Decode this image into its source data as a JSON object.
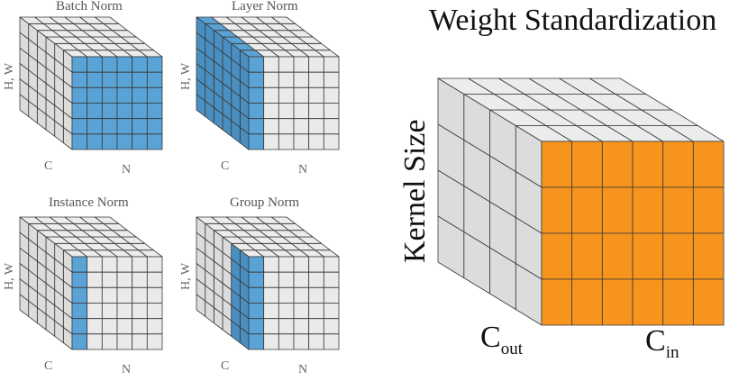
{
  "colors": {
    "grey_top": "#ececec",
    "grey_front": "#eaeaea",
    "grey_side": "#dcdcdc",
    "edge": "#3a3a3a",
    "blue": "#5aa3d6",
    "blue_dark": "#4a8fc2",
    "orange": "#f7941d",
    "orange_dark": "#e0800f"
  },
  "panels": [
    {
      "title": "Batch Norm",
      "hw_label": "H, W",
      "c_label": "C",
      "n_label": "N",
      "highlight": "batch-norm",
      "highlight_color": "blue"
    },
    {
      "title": "Layer Norm",
      "hw_label": "H, W",
      "c_label": "C",
      "n_label": "N",
      "highlight": "layer-norm",
      "highlight_color": "blue"
    },
    {
      "title": "Instance Norm",
      "hw_label": "H, W",
      "c_label": "C",
      "n_label": "N",
      "highlight": "instance-norm",
      "highlight_color": "blue"
    },
    {
      "title": "Group Norm",
      "hw_label": "H, W",
      "c_label": "C",
      "n_label": "N",
      "highlight": "group-norm",
      "highlight_color": "blue"
    }
  ],
  "weight_std": {
    "title": "Weight Standardization",
    "kernel_label": "Kernel Size",
    "cout_label": "C",
    "cout_sub": "out",
    "cin_label": "C",
    "cin_sub": "in",
    "highlight_color": "orange"
  }
}
